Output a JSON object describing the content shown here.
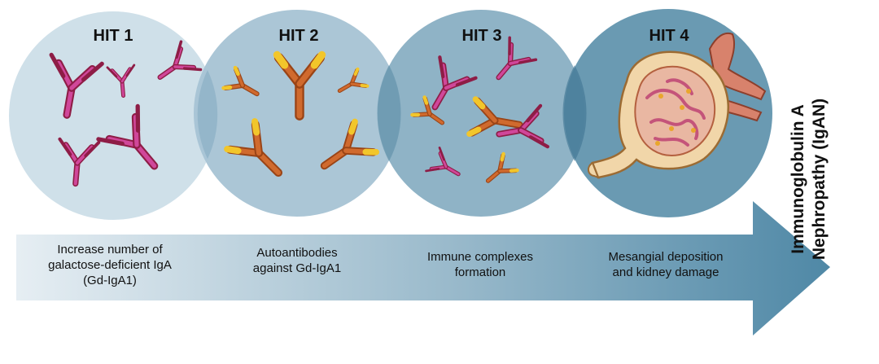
{
  "hits": [
    {
      "title": "HIT 1",
      "caption": [
        "Increase number of",
        "galactose-deficient IgA",
        "(Gd-IgA1)"
      ]
    },
    {
      "title": "HIT 2",
      "caption": [
        "Autoantibodies",
        "against Gd-IgA1"
      ]
    },
    {
      "title": "HIT 3",
      "caption": [
        "Immune complexes",
        "formation"
      ]
    },
    {
      "title": "HIT 4",
      "caption": [
        "Mesangial deposition",
        "and kidney damage"
      ]
    }
  ],
  "outcome": [
    "Immunoglobulin A",
    "Nephropathy (IgAN)"
  ],
  "icons": {
    "hit1": "galactose-deficient-iga-antibodies",
    "hit2": "autoantibodies",
    "hit3": "immune-complexes",
    "hit4": "kidney-glomerulus"
  },
  "colors": {
    "circle1": "#cddfe8",
    "circle2": "#a6c3d3",
    "circle3": "#87aec3",
    "circle4": "#5f93ad",
    "overlap": "#6f9fb7",
    "arrow_start": "#e6eef3",
    "arrow_end": "#4f88a6",
    "iga_pink": "#c9408c",
    "iga_dark": "#8e1d46",
    "anti_orange": "#c8612a",
    "anti_yellow": "#f0c22a"
  }
}
